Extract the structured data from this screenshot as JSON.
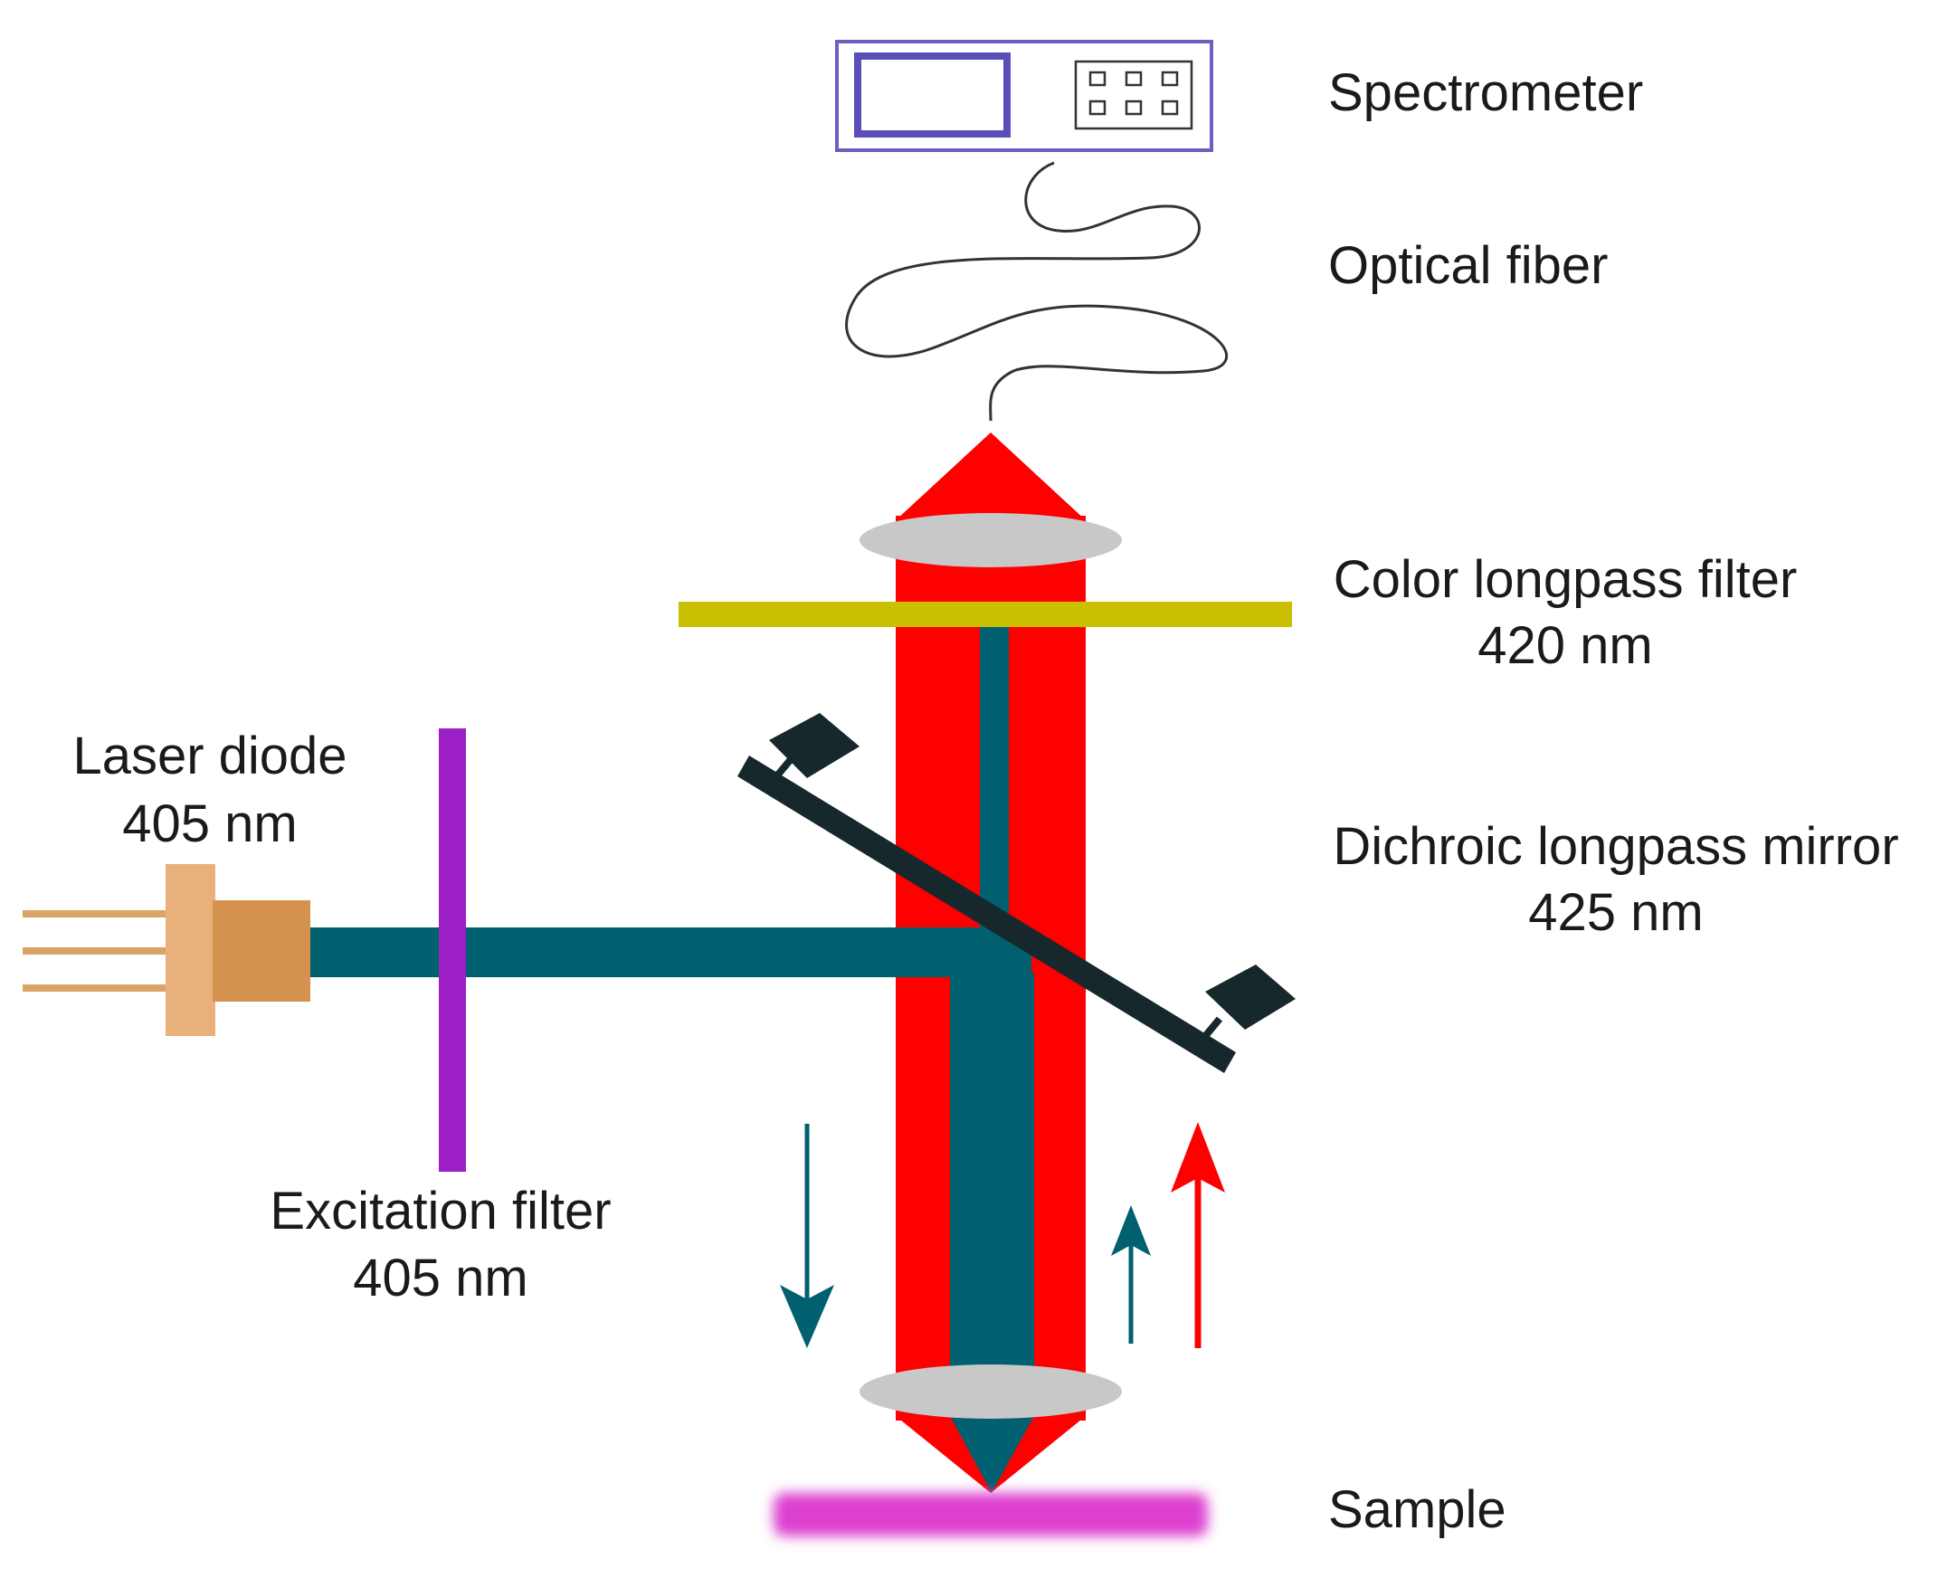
{
  "labels": {
    "spectrometer": "Spectrometer",
    "optical_fiber": "Optical fiber",
    "color_longpass_filter": {
      "line1": "Color longpass filter",
      "line2": "420 nm"
    },
    "dichroic_longpass_mirror": {
      "line1": "Dichroic longpass mirror",
      "line2": "425 nm"
    },
    "laser_diode": {
      "line1": "Laser diode",
      "line2": "405 nm"
    },
    "excitation_filter": {
      "line1": "Excitation filter",
      "line2": "405 nm"
    },
    "sample": "Sample"
  },
  "colors": {
    "emission_beam": "#ff0000",
    "excitation_beam": "#006070",
    "longpass_filter": "#c8c000",
    "excitation_filter": "#9b1fc4",
    "mirror": "#17282d",
    "lens": "#c8c8c8",
    "sample": "#dd3fcf",
    "laser_body": "#d4924e",
    "laser_flange": "#e8b07a",
    "spectrometer_outline": "#6b5fc0",
    "fiber": "#333333"
  }
}
